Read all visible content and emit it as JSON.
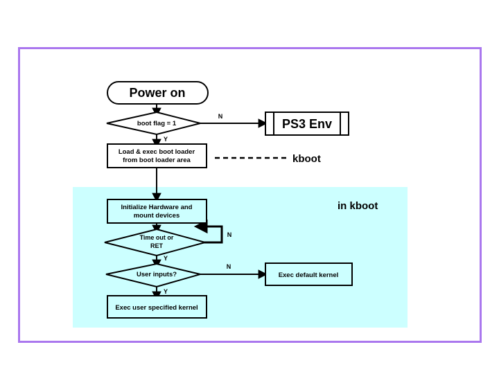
{
  "slide": {
    "background_color": "#ffffff",
    "border_color": "#aa77ee",
    "region_color": "#ccffff",
    "accent_blue": "#3333bb"
  },
  "chart_data": {
    "type": "diagram",
    "title": "PS3 / kboot boot sequence flowchart",
    "diagram_kind": "flowchart",
    "regions": [
      {
        "name": "kboot-region",
        "label": "in kboot",
        "fill": "#ccffff"
      }
    ],
    "nodes": [
      {
        "id": "power_on",
        "label": "Power on",
        "shape": "terminator"
      },
      {
        "id": "boot_flag",
        "label": "boot flag = 1",
        "shape": "decision"
      },
      {
        "id": "ps3_env",
        "label": "PS3 Env",
        "shape": "predefined-process"
      },
      {
        "id": "load_exec",
        "label": "Load & exec boot loader\nfrom boot loader area",
        "shape": "process",
        "line1": "Load & exec boot loader",
        "line2": "from boot loader area"
      },
      {
        "id": "init_hw",
        "label": "Initialize Hardware and\nmount devices",
        "shape": "process",
        "line1": "Initialize Hardware and",
        "line2": "mount devices"
      },
      {
        "id": "timeout",
        "label": "Time out or\nRET",
        "shape": "decision",
        "line1": "Time out or",
        "line2": "RET"
      },
      {
        "id": "user_inputs",
        "label": "User inputs?",
        "shape": "decision"
      },
      {
        "id": "exec_default",
        "label": "Exec default kernel",
        "shape": "process"
      },
      {
        "id": "exec_user",
        "label": "Exec user specified kernel",
        "shape": "process"
      }
    ],
    "edges": [
      {
        "from": "power_on",
        "to": "boot_flag",
        "label": ""
      },
      {
        "from": "boot_flag",
        "to": "ps3_env",
        "label": "N"
      },
      {
        "from": "boot_flag",
        "to": "load_exec",
        "label": "Y"
      },
      {
        "from": "load_exec",
        "to": "init_hw",
        "label": ""
      },
      {
        "from": "init_hw",
        "to": "timeout",
        "label": ""
      },
      {
        "from": "timeout",
        "to": "timeout",
        "label": "N",
        "style": "loopback"
      },
      {
        "from": "timeout",
        "to": "user_inputs",
        "label": "Y"
      },
      {
        "from": "user_inputs",
        "to": "exec_default",
        "label": "N"
      },
      {
        "from": "user_inputs",
        "to": "exec_user",
        "label": "Y"
      }
    ],
    "annotations": [
      {
        "id": "kboot_dashed",
        "label": "kboot",
        "style": "dashed-leader",
        "color": "#3333bb"
      },
      {
        "id": "in_kboot",
        "label": "in kboot",
        "color": "#3333bb"
      }
    ]
  },
  "labels": {
    "power_on": "Power on",
    "boot_flag": "boot flag = 1",
    "ps3_env": "PS3 Env",
    "load_exec_l1": "Load & exec boot loader",
    "load_exec_l2": "from boot loader area",
    "init_hw_l1": "Initialize Hardware and",
    "init_hw_l2": "mount devices",
    "timeout_l1": "Time out or",
    "timeout_l2": "RET",
    "user_inputs": "User inputs?",
    "exec_default": "Exec default kernel",
    "exec_user": "Exec user specified kernel",
    "kboot": "kboot",
    "in_kboot": "in kboot",
    "branch_n_1": "N",
    "branch_y_1": "Y",
    "branch_n_2": "N",
    "branch_y_2": "Y",
    "branch_n_3": "N",
    "branch_y_3": "Y"
  }
}
